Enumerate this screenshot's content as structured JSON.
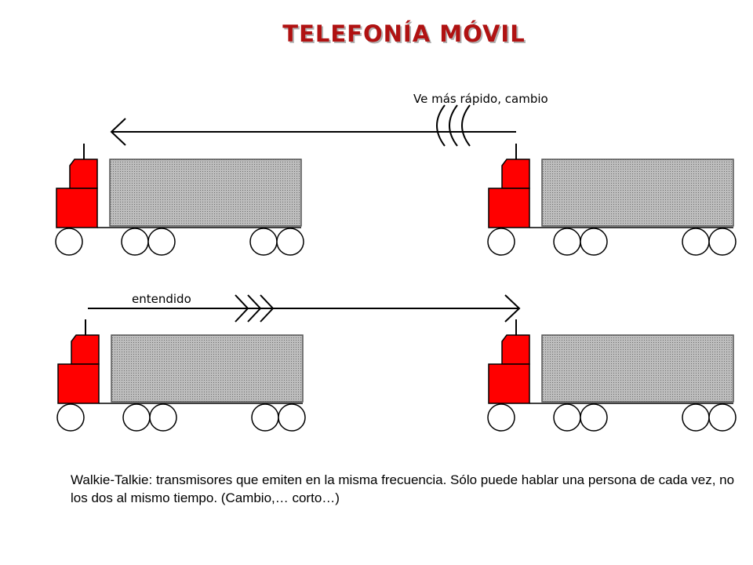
{
  "title": "TELEFONÍA MÓVIL",
  "messages": {
    "top": "Ve más rápido, cambio",
    "bottom": "entendido"
  },
  "caption": "Walkie-Talkie: transmisores que emiten en la misma frecuencia. Sólo puede hablar una persona de cada vez, no los dos al mismo tiempo. (Cambio,… corto…)",
  "colors": {
    "title": "#b01212",
    "cab": "#ff0000",
    "trailer": "#c8c8c8"
  }
}
